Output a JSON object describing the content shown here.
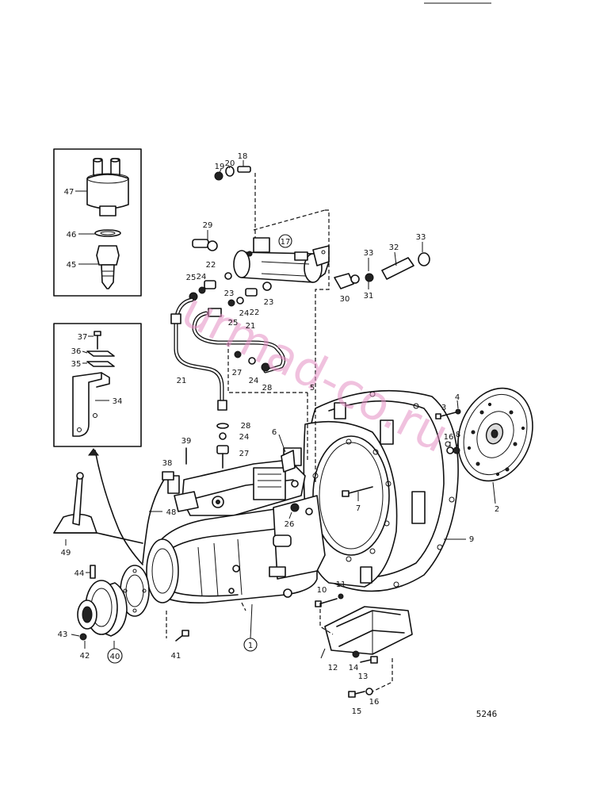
{
  "drawing_number": "5246",
  "watermark": "urmad-co.ru",
  "labels": {
    "n1": "1",
    "n2": "2",
    "n3": "3",
    "n4": "4",
    "n5": "5",
    "n6": "6",
    "n7": "7",
    "n8": "8",
    "n9": "9",
    "n10": "10",
    "n11": "11",
    "n12": "12",
    "n13": "13",
    "n14": "14",
    "n15": "15",
    "n16a": "16",
    "n16b": "16",
    "n17": "17",
    "n18": "18",
    "n19": "19",
    "n20": "20",
    "n21a": "21",
    "n21b": "21",
    "n22a": "22",
    "n22b": "22",
    "n23a": "23",
    "n23b": "23",
    "n24a": "24",
    "n24b": "24",
    "n24c": "24",
    "n24d": "24",
    "n25a": "25",
    "n25b": "25",
    "n26": "26",
    "n27a": "27",
    "n27b": "27",
    "n28a": "28",
    "n28b": "28",
    "n29": "29",
    "n30": "30",
    "n31": "31",
    "n32": "32",
    "n33a": "33",
    "n33b": "33",
    "n34": "34",
    "n35": "35",
    "n36": "36",
    "n37": "37",
    "n38": "38",
    "n39": "39",
    "n40": "40",
    "n41": "41",
    "n42": "42",
    "n43": "43",
    "n44": "44",
    "n45": "45",
    "n46": "46",
    "n47": "47",
    "n48": "48",
    "n49": "49"
  }
}
